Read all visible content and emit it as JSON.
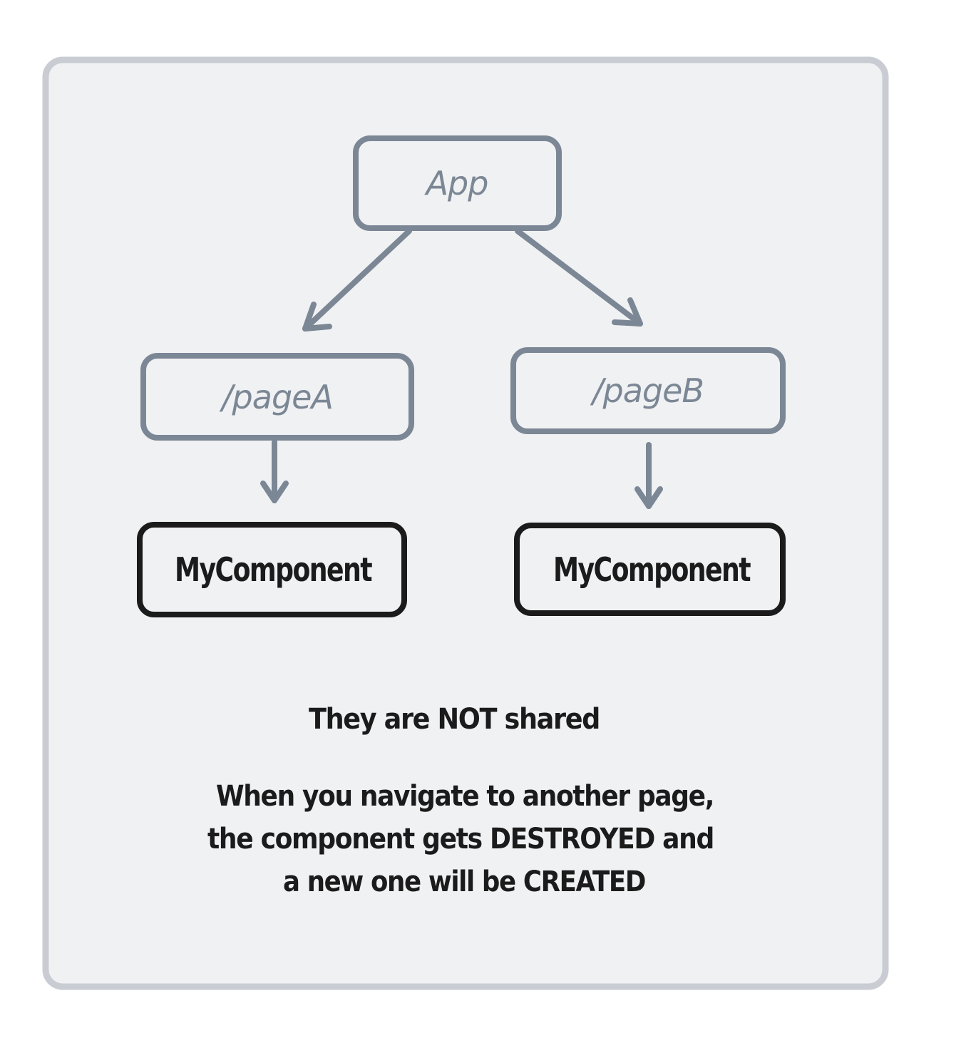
{
  "nodes": {
    "app": {
      "label": "App"
    },
    "page_a": {
      "label": "/pageA"
    },
    "page_b": {
      "label": "/pageB"
    },
    "component_a": {
      "label": "MyComponent"
    },
    "component_b": {
      "label": "MyComponent"
    }
  },
  "notes": {
    "headline": "They are NOT shared",
    "explanation": [
      "When you navigate to another page,",
      "the component gets DESTROYED and",
      "a new one will be CREATED"
    ]
  },
  "colors": {
    "panel_fill": "#f0f1f3",
    "panel_border": "#c9cdd3",
    "route_stroke": "#7c8795",
    "component_stroke": "#1b1b1b",
    "text_dark": "#1b1b1b"
  }
}
